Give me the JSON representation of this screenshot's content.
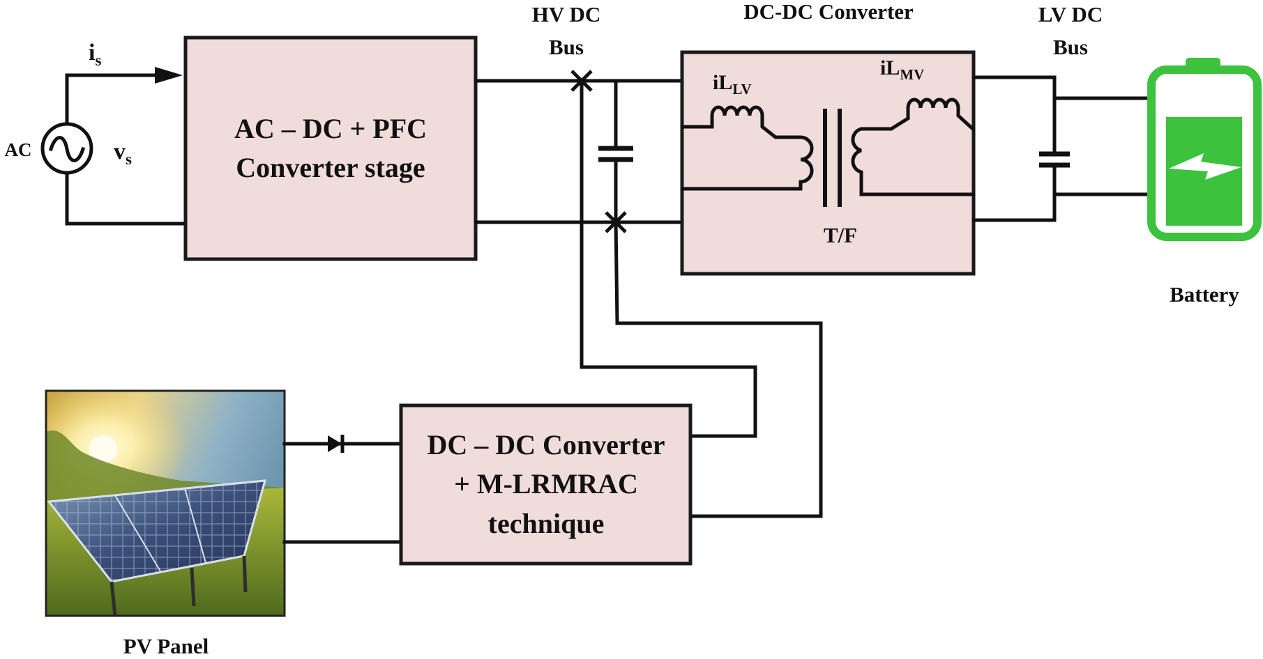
{
  "labels": {
    "hv_bus_line1": "HV DC",
    "hv_bus_line2": "Bus",
    "dcdc_top": "DC-DC Converter",
    "lv_bus_line1": "LV DC",
    "lv_bus_line2": "Bus",
    "battery": "Battery",
    "pv_panel": "PV Panel",
    "ac": "AC",
    "current_is_main": "i",
    "current_is_sub": "s",
    "voltage_vs_main": "v",
    "voltage_vs_sub": "s",
    "acdc_line1": "AC – DC + PFC",
    "acdc_line2": "Converter stage",
    "il_lv_main": "iL",
    "il_lv_sub": "LV",
    "il_mv_main": "iL",
    "il_mv_sub": "MV",
    "transformer": "T/F",
    "mppt_line1": "DC – DC Converter",
    "mppt_line2": "+ M-LRMRAC",
    "mppt_line3": "technique"
  },
  "colors": {
    "block_fill": "#f1dcdc",
    "battery_green": "#3cc23c",
    "wire": "#111111"
  },
  "icons": {
    "ac_source": "sine-wave-source-icon",
    "battery": "battery-charging-icon",
    "pv": "solar-panel-photo",
    "diode": "diode-icon",
    "capacitor": "capacitor-icon"
  }
}
